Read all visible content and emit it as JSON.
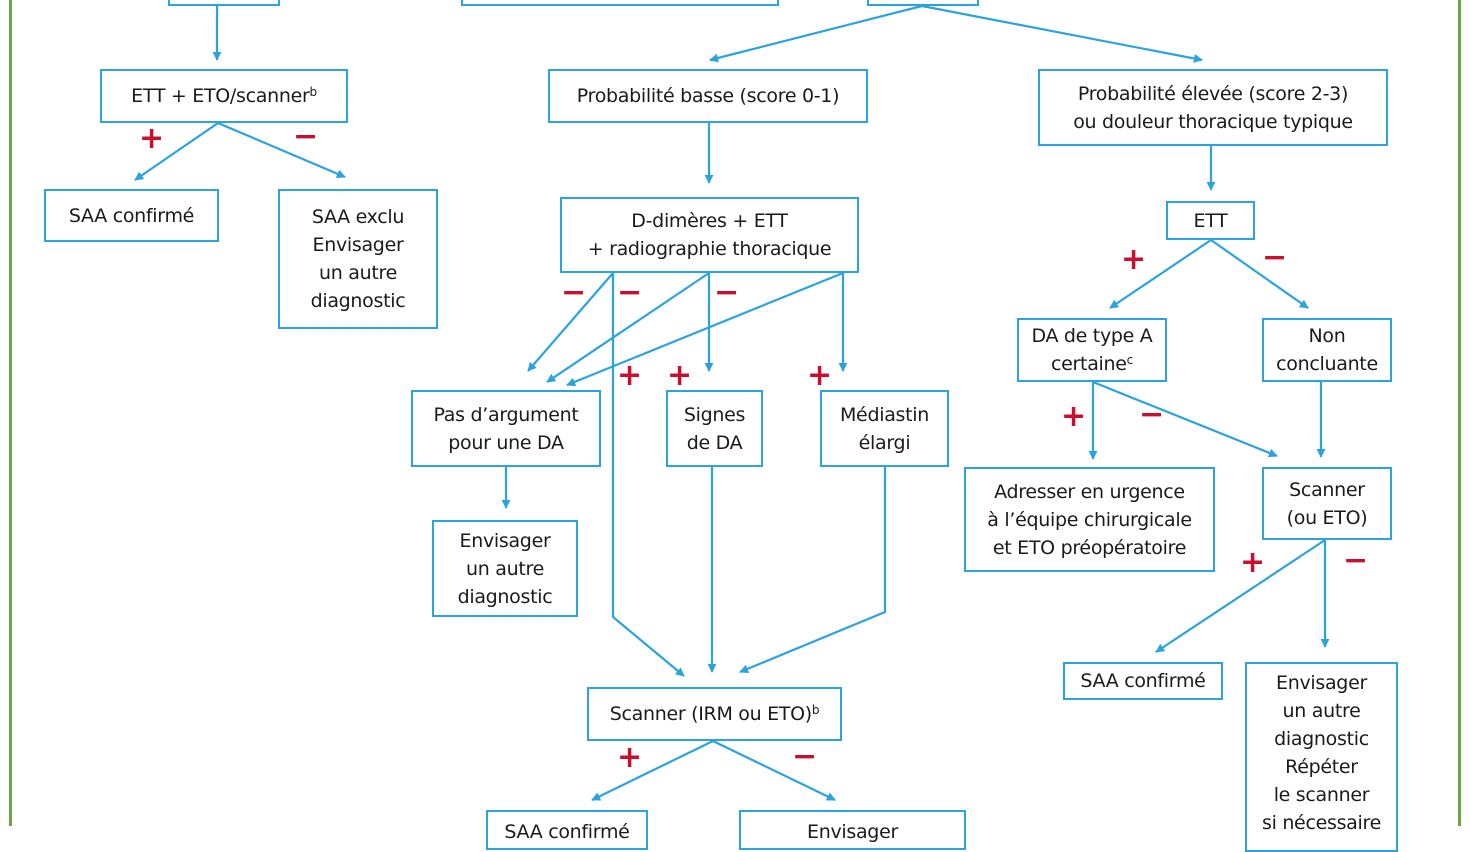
{
  "colors": {
    "line": "#2ba3df",
    "sign": "#c8102e",
    "frame": "#6fa34a",
    "text": "#1a1a1a"
  },
  "nodes": {
    "top_left": "",
    "top_center": "",
    "top_right": "",
    "ett_eto_scanner": "ETT + ETO/scanner",
    "ett_eto_scanner_sup": "b",
    "saa_confirme_left": "SAA confirmé",
    "saa_exclu": "SAA exclu\nEnvisager\nun autre\ndiagnostic",
    "proba_basse": "Probabilité basse (score 0-1)",
    "proba_elevee": "Probabilité élevée (score 2-3)\nou douleur thoracique typique",
    "ddimeres": "D-dimères + ETT\n+ radiographie thoracique",
    "pas_argument": "Pas d’argument\npour une DA",
    "signes_da": "Signes\nde DA",
    "mediastin": "Médiastin\nélargi",
    "envisager_center": "Envisager\nun autre\ndiagnostic",
    "scanner_irm": "Scanner (IRM ou ETO)",
    "scanner_irm_sup": "b",
    "saa_confirme_bottom": "SAA confirmé",
    "envisager_bottom": "Envisager",
    "ett_right": "ETT",
    "da_type_a": "DA de type A\ncertaine",
    "da_type_a_sup": "c",
    "non_concluante": "Non\nconcluante",
    "adresser": "Adresser en urgence\nà l’équipe chirurgicale\net ETO préopératoire",
    "scanner_eto": "Scanner\n(ou ETO)",
    "saa_confirme_right": "SAA confirmé",
    "envisager_right": "Envisager\nun autre\ndiagnostic\nRépéter\nle scanner\nsi nécessaire"
  },
  "signs": {
    "plus": "+",
    "minus": "−"
  }
}
